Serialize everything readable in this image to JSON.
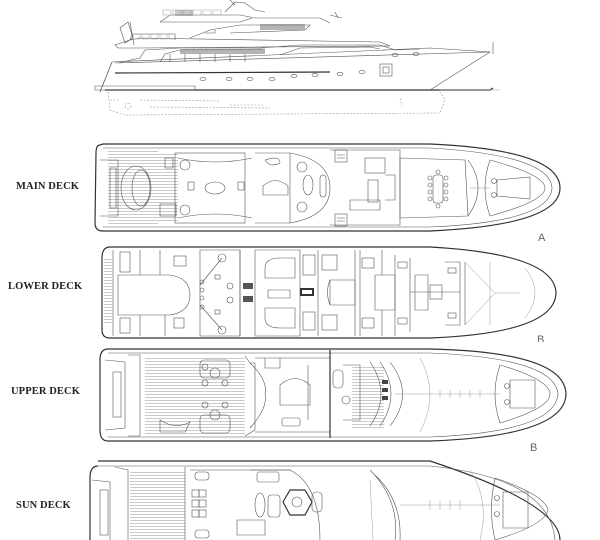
{
  "diagram": {
    "type": "yacht-general-arrangement",
    "profile_view": {
      "name": "side-profile"
    },
    "decks": [
      {
        "id": "main",
        "label": "MAIN DECK",
        "view_letter": "A"
      },
      {
        "id": "lower",
        "label": "LOWER DECK",
        "view_letter": "B"
      },
      {
        "id": "upper",
        "label": "UPPER DECK",
        "view_letter": "B"
      },
      {
        "id": "sun",
        "label": "SUN DECK",
        "view_letter": ""
      }
    ]
  },
  "colors": {
    "background": "#ffffff",
    "line": "#555555",
    "label": "#222222"
  }
}
